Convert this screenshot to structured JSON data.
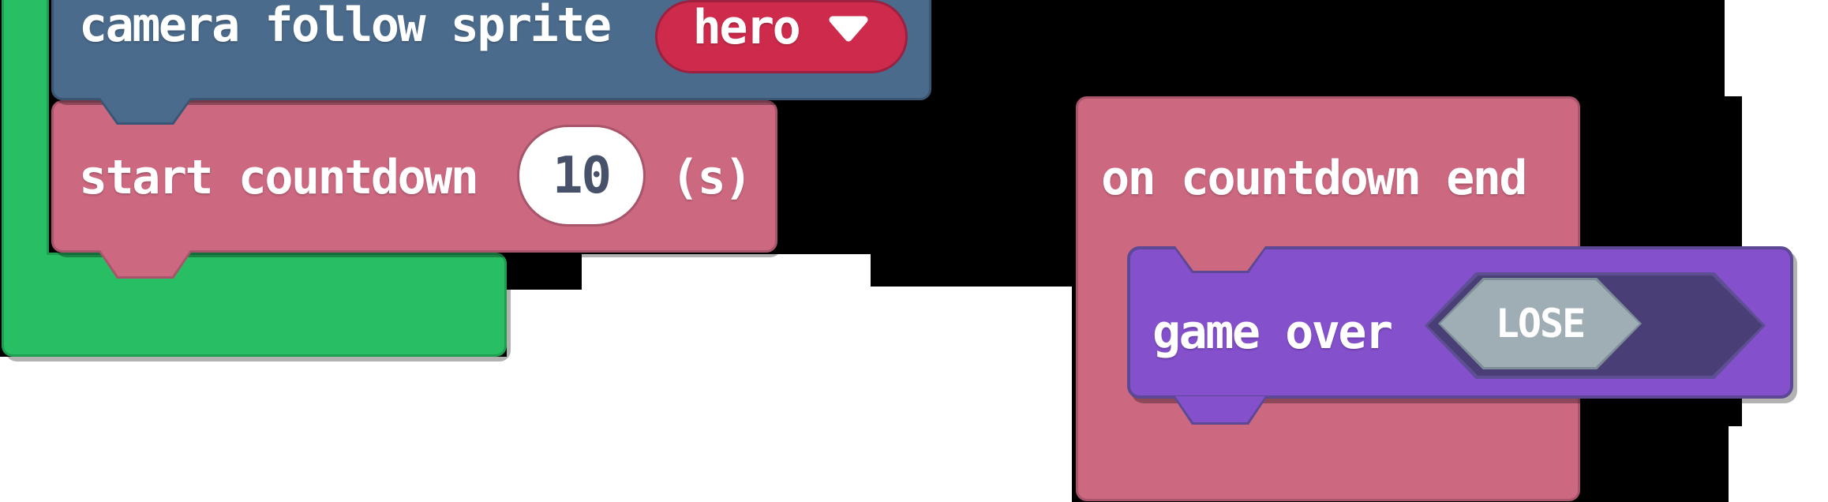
{
  "blocks": {
    "on_start_container": {
      "category": "loops"
    },
    "camera_follow": {
      "label": "camera follow sprite",
      "sprite_dropdown": {
        "value": "hero",
        "icon": "dropdown-arrow"
      }
    },
    "start_countdown": {
      "label": "start countdown",
      "duration_value": "10",
      "unit_label": "(s)"
    },
    "on_countdown_end": {
      "label": "on countdown end"
    },
    "game_over": {
      "label": "game over",
      "result_value": "LOSE"
    }
  },
  "colors": {
    "background": "#000000",
    "workspace-white": "#ffffff",
    "loops-green": "#28be64",
    "loops-green-border": "#1f9e52",
    "scene-blue": "#4a6b8c",
    "scene-blue-border": "#3a5674",
    "info-pink": "#cc6880",
    "info-pink-border": "#a8546b",
    "variable-red": "#ce2b4c",
    "variable-red-border": "#9c2040",
    "game-purple": "#8450cc",
    "game-purple-border": "#5c4894",
    "socket-purple": "#4a3e76",
    "socket-purple-edge": "#5e4f95",
    "enum-gray": "#9fadb4",
    "enum-gray-border": "#7e8e98",
    "field-text": "#475169"
  }
}
